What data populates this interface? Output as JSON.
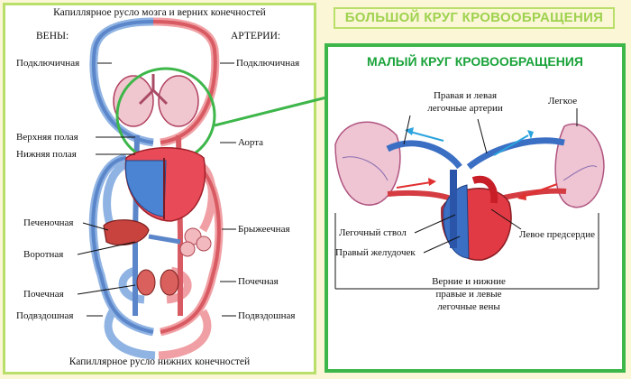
{
  "left": {
    "top_caption": "Капиллярное русло мозга и верних конечностей",
    "bottom_caption": "Капиллярное русло нижних конечностей",
    "veins_header": "ВЕНЫ:",
    "arteries_header": "АРТЕРИИ:",
    "left_labels": [
      "Подключичная",
      "Верхняя полая",
      "Нижняя полая",
      "Печеночная",
      "Воротная",
      "Почечная",
      "Подвздошная"
    ],
    "right_labels": [
      "Подключичная",
      "Аорта",
      "Брыжеечная",
      "Почечная",
      "Подвздошная"
    ]
  },
  "big_title": "БОЛЬШОЙ КРУГ КРОВООБРАЩЕНИЯ",
  "right": {
    "title": "МАЛЫЙ КРУГ КРОВООБРАЩЕНИЯ",
    "pulmonary_arteries_l1": "Правая и левая",
    "pulmonary_arteries_l2": "легочные артерии",
    "lung": "Легкое",
    "pulmonary_trunk": "Легочный ствол",
    "right_ventricle": "Правый желудочек",
    "left_atrium": "Левое предсердие",
    "veins_l1": "Верние и нижние",
    "veins_l2": "правые и левые",
    "veins_l3": "легочные вены"
  },
  "colors": {
    "vein": "#5b86c9",
    "artery": "#e0505a",
    "frame_light": "#b9df6a",
    "frame_dark": "#3db64a",
    "arrow_blue": "#2aa3de",
    "arrow_red": "#e03030"
  }
}
